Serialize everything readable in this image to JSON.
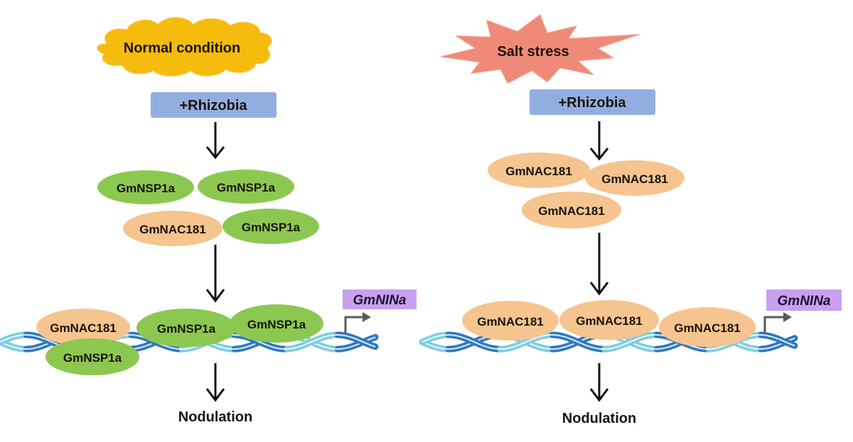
{
  "left_panel": {
    "condition_label": "Normal condition",
    "treatment_label": "+Rhizobia",
    "complex_proteins": [
      "GmNSP1a",
      "GmNSP1a",
      "GmNAC181",
      "GmNSP1a"
    ],
    "bound_proteins": [
      "GmNAC181",
      "GmNSP1a",
      "GmNSP1a",
      "GmNSP1a"
    ],
    "target_gene": "GmNINa",
    "outcome_label": "Nodulation"
  },
  "right_panel": {
    "condition_label": "Salt stress",
    "treatment_label": "+Rhizobia",
    "complex_proteins": [
      "GmNAC181",
      "GmNAC181",
      "GmNAC181"
    ],
    "bound_proteins": [
      "GmNAC181",
      "GmNAC181",
      "GmNAC181"
    ],
    "target_gene": "GmNINa",
    "outcome_label": "Nodulation"
  },
  "colors": {
    "cloud": "#f5bb0a",
    "starburst": "#f08a78",
    "rhizobia_box": "#92aee0",
    "nsp1a": "#8cc850",
    "nac181": "#f6c48e",
    "gene_box": "#c9a0f0",
    "dna_light": "#7fcde0",
    "dna_dark": "#2f78bf",
    "promoter_arrow": "#5a5a5a",
    "arrow": "#111111"
  }
}
